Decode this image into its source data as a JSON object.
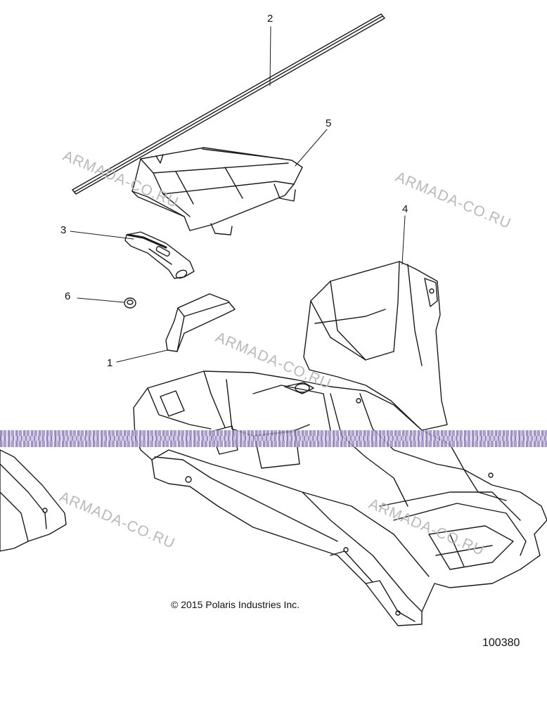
{
  "callouts": {
    "c1": "1",
    "c2": "2",
    "c3": "3",
    "c4": "4",
    "c5": "5",
    "c6": "6"
  },
  "watermark_text": "ARMADA-CO.RU",
  "copyright": "© 2015 Polaris Industries Inc.",
  "doc_number": "100380",
  "colors": {
    "line": "#1a1a1a",
    "watermark": "#b9b9b9",
    "band": "#8c7cb4"
  }
}
